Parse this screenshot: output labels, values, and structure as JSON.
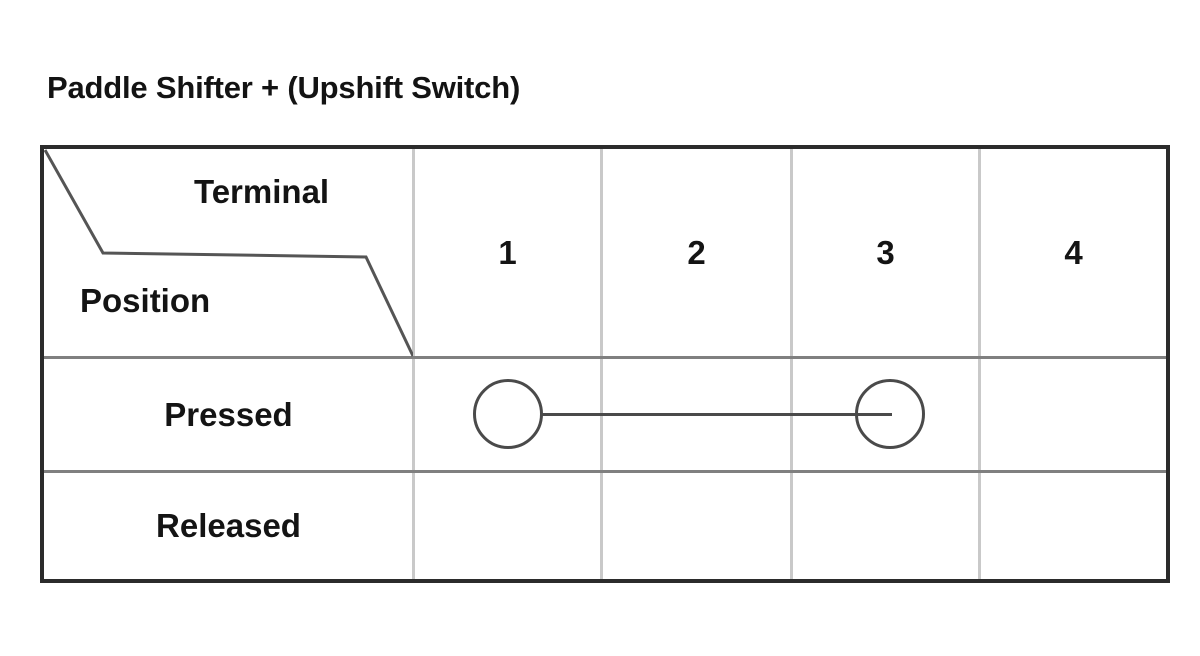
{
  "figure": {
    "title": "Paddle Shifter + (Upshift Switch)",
    "type": "switch-continuity-table"
  },
  "table": {
    "header": {
      "column_axis_label": "Terminal",
      "row_axis_label": "Position",
      "terminals": [
        {
          "label": "1"
        },
        {
          "label": "2"
        },
        {
          "label": "3"
        },
        {
          "label": "4"
        }
      ]
    },
    "rows": [
      {
        "label": "Pressed"
      },
      {
        "label": "Released"
      }
    ]
  },
  "continuity": {
    "pressed": {
      "connected_terminals": [
        "1",
        "3"
      ],
      "node_1_label": "terminal-1-node",
      "node_2_label": "terminal-3-node",
      "link_label": "continuity-line-1-to-3"
    },
    "released": {
      "connected_terminals": []
    }
  },
  "colors": {
    "outer_border": "#2b2b2b",
    "row_divider": "#808080",
    "column_divider": "#c9c9c9",
    "diagonal_divider": "#555555",
    "mark_stroke": "#4a4a4a",
    "text": "#141414",
    "background": "#ffffff"
  },
  "chart_data": {
    "type": "table",
    "title": "Paddle Shifter + (Upshift Switch)",
    "xlabel": "Terminal",
    "ylabel": "Position",
    "categories": [
      "1",
      "2",
      "3",
      "4"
    ],
    "rows": [
      "Pressed",
      "Released"
    ],
    "cells": [
      {
        "row": "Pressed",
        "terminals": [
          "1",
          "3"
        ],
        "continuity": true,
        "notation": "circle-line-circle between terminal 1 and terminal 3"
      },
      {
        "row": "Released",
        "terminals": [],
        "continuity": false,
        "notation": "no continuity marks"
      }
    ],
    "legend": [],
    "grid": true
  }
}
